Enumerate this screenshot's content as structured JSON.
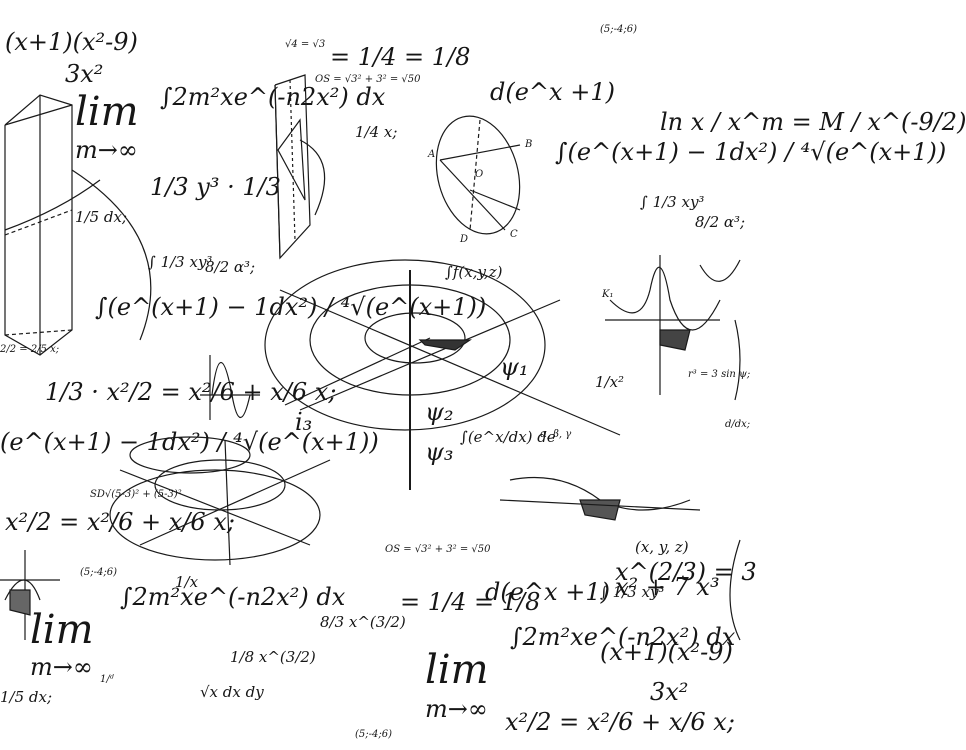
{
  "texts": {
    "lim_1": "lim",
    "lim_2": "lim",
    "lim_3": "lim",
    "m_inf_1": "m→∞",
    "m_inf_2": "m→∞",
    "m_inf_3": "m→∞",
    "integral_2m2x_1": "∫2m²xe^(-n2x²) dx",
    "integral_2m2x_2": "∫2m²xe^(-n2x²) dx",
    "integral_2m2x_3": "∫2m²xe^(-n2x²) dx",
    "x1x29_top": "(x+1)(x²-9)",
    "x1x29_bottom": "(x+1)(x²-9)",
    "denom_3x2_top": "3x²",
    "denom_3x2_bottom": "3x²",
    "frac_int_1": "∫(e^(x+1) − 1dx²) / ⁴√(e^(x+1))",
    "frac_int_2": "∫(e^(x+1) − 1dx²) / ⁴√(e^(x+1))",
    "frac_int_3": "(e^(x+1) − 1dx²) / ⁴√(e^(x+1))",
    "eq_1_3": "1/3 · x²/2 = x²/6 + x/6 x;",
    "eq_x2_2": "x²/2 = x²/6 + x/6 x;",
    "eq_x2_3": "x²/2 = x²/6 + x/6 x;",
    "eq_1_8": "= 1/4 = 1/8",
    "eq_1_8_b": "= 1/4 = 1/8",
    "eq_ln": "ln x / x^m = M / x^(-9/2)",
    "int_3xy": "∫ 1/3 xy³",
    "int_3xy_b": "∫ 1/3 xy³",
    "int_3xy_c": "∫ 1/3 xy³",
    "frac_8_2": "8/2 α³;",
    "frac_8_2_b": "8/2 α³;",
    "frac_3y": "1/3 y³ · 1/3",
    "frac_1x": "1/x",
    "frac_x2_31": "x^(2/3) = 3",
    "point": "(5;-4;6)",
    "point_b": "(5;-4;6)",
    "point_c": "(5;-4;6)",
    "xyz": "(x, y, z)",
    "alpha_d": "d(e^x +1)",
    "alpha_d_b": "d(e^x +1)",
    "r3": "r³ = 3 sin ψ;",
    "sd": "SD√(5-3)² + (5-3)²",
    "os": "OS = √3² + 3² = √50",
    "os_b": "OS = √3² + 3² = √50",
    "fxyz": "∫f(x,y,z)",
    "ci3": "i₃",
    "c2": "ψ₂",
    "c3": "ψ₃",
    "c1": "ψ₁",
    "rdx": "√x dx dy",
    "v4": "√4 = √3",
    "frac_1d": "1/ᵈ",
    "x2y": "x² + 7 x³",
    "frac_1_5": "1/5 dx;",
    "frac_1_5_b": "1/5 dx;",
    "frac_8_3": "8/3 x^(3/2)",
    "frac_1_8_3": "1/8 x^(3/2)",
    "frac_4x": "1/4 x;",
    "small_1": "2/2 = 2/5 x;",
    "small_2": "d/dx;",
    "letters_A": "A",
    "letters_B": "B",
    "letters_C": "C",
    "letters_D": "D",
    "letters_O": "O",
    "letters_K": "K₁",
    "alpha3": "α, β, γ",
    "dx_dd": "∫(e^x/dx) de",
    "frac_1x5": "1/x²"
  }
}
